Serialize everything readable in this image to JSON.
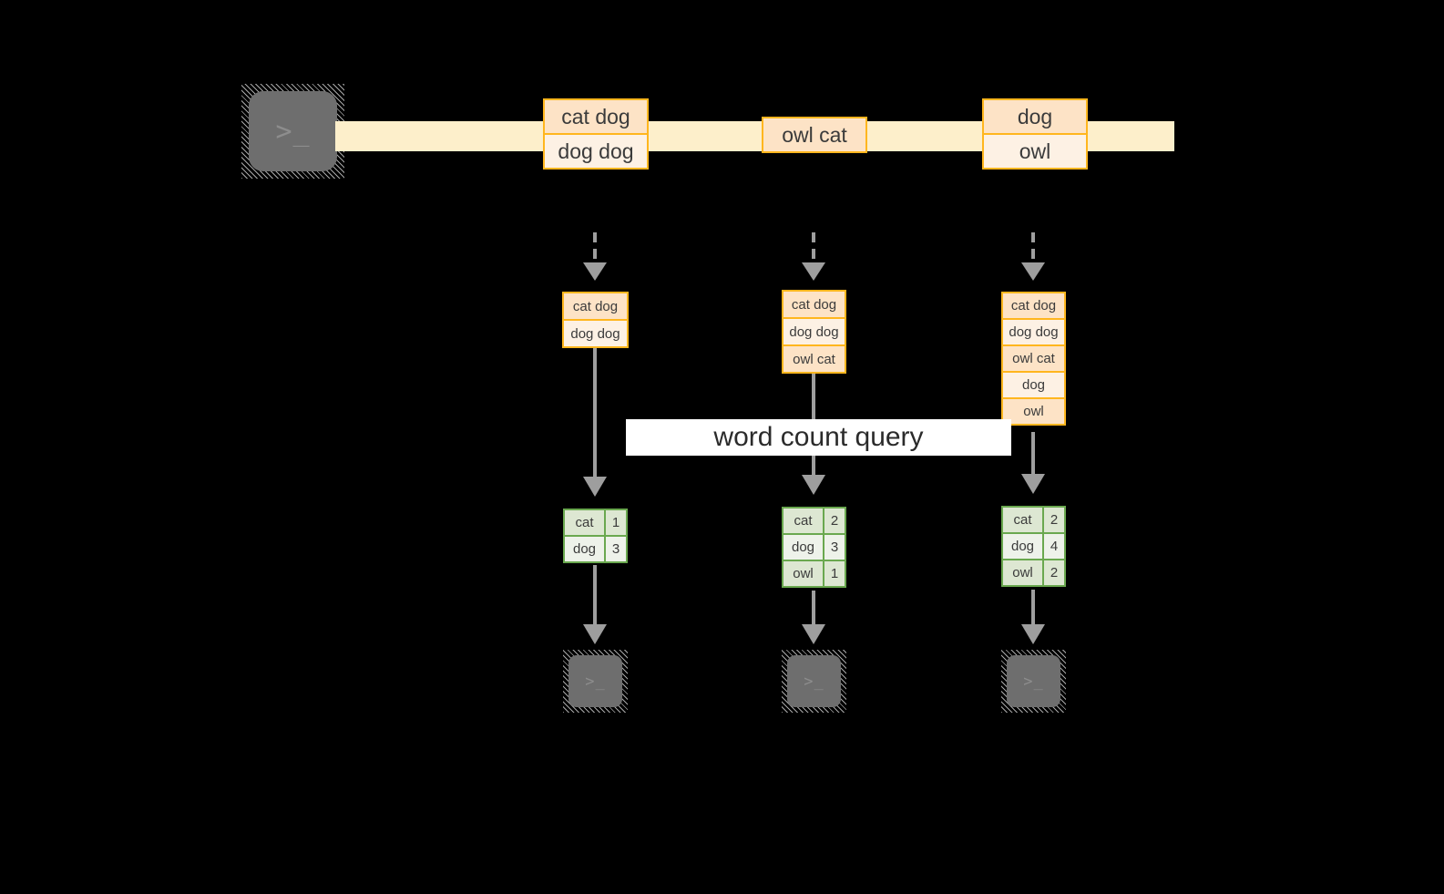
{
  "diagram": {
    "title_label": "word count query",
    "colors": {
      "background": "#000000",
      "stream_band": "#fdefcb",
      "record_border": "#ffb61e",
      "record_fill_a": "#fde3c6",
      "record_fill_b": "#fdf1e4",
      "result_border": "#6aa84f",
      "result_fill_a": "#dde7d2",
      "result_fill_b": "#eef2ea",
      "arrow": "#9e9e9e",
      "terminal_body": "#6e6e6e",
      "label_band": "#ffffff"
    },
    "source": {
      "icon": "terminal-icon",
      "glyph": ">_"
    },
    "stream_records": [
      {
        "name": "record-group-1",
        "rows": [
          "cat dog",
          "dog dog"
        ]
      },
      {
        "name": "record-group-2",
        "rows": [
          "owl cat"
        ]
      },
      {
        "name": "record-group-3",
        "rows": [
          "dog",
          "owl"
        ]
      }
    ],
    "snapshots": [
      {
        "name": "snapshot-1",
        "input_rows": [
          "cat dog",
          "dog dog"
        ],
        "result_header": null,
        "result_rows": [
          {
            "word": "cat",
            "count": "1"
          },
          {
            "word": "dog",
            "count": "3"
          }
        ],
        "sink": {
          "icon": "terminal-icon",
          "glyph": ">_"
        }
      },
      {
        "name": "snapshot-2",
        "input_rows": [
          "cat dog",
          "dog dog",
          "owl cat"
        ],
        "result_header": null,
        "result_rows": [
          {
            "word": "cat",
            "count": "2"
          },
          {
            "word": "dog",
            "count": "3"
          },
          {
            "word": "owl",
            "count": "1"
          }
        ],
        "sink": {
          "icon": "terminal-icon",
          "glyph": ">_"
        }
      },
      {
        "name": "snapshot-3",
        "input_rows": [
          "cat dog",
          "dog dog",
          "owl cat",
          "dog",
          "owl"
        ],
        "result_header": null,
        "result_rows": [
          {
            "word": "cat",
            "count": "2"
          },
          {
            "word": "dog",
            "count": "4"
          },
          {
            "word": "owl",
            "count": "2"
          }
        ],
        "sink": {
          "icon": "terminal-icon",
          "glyph": ">_"
        }
      }
    ]
  }
}
